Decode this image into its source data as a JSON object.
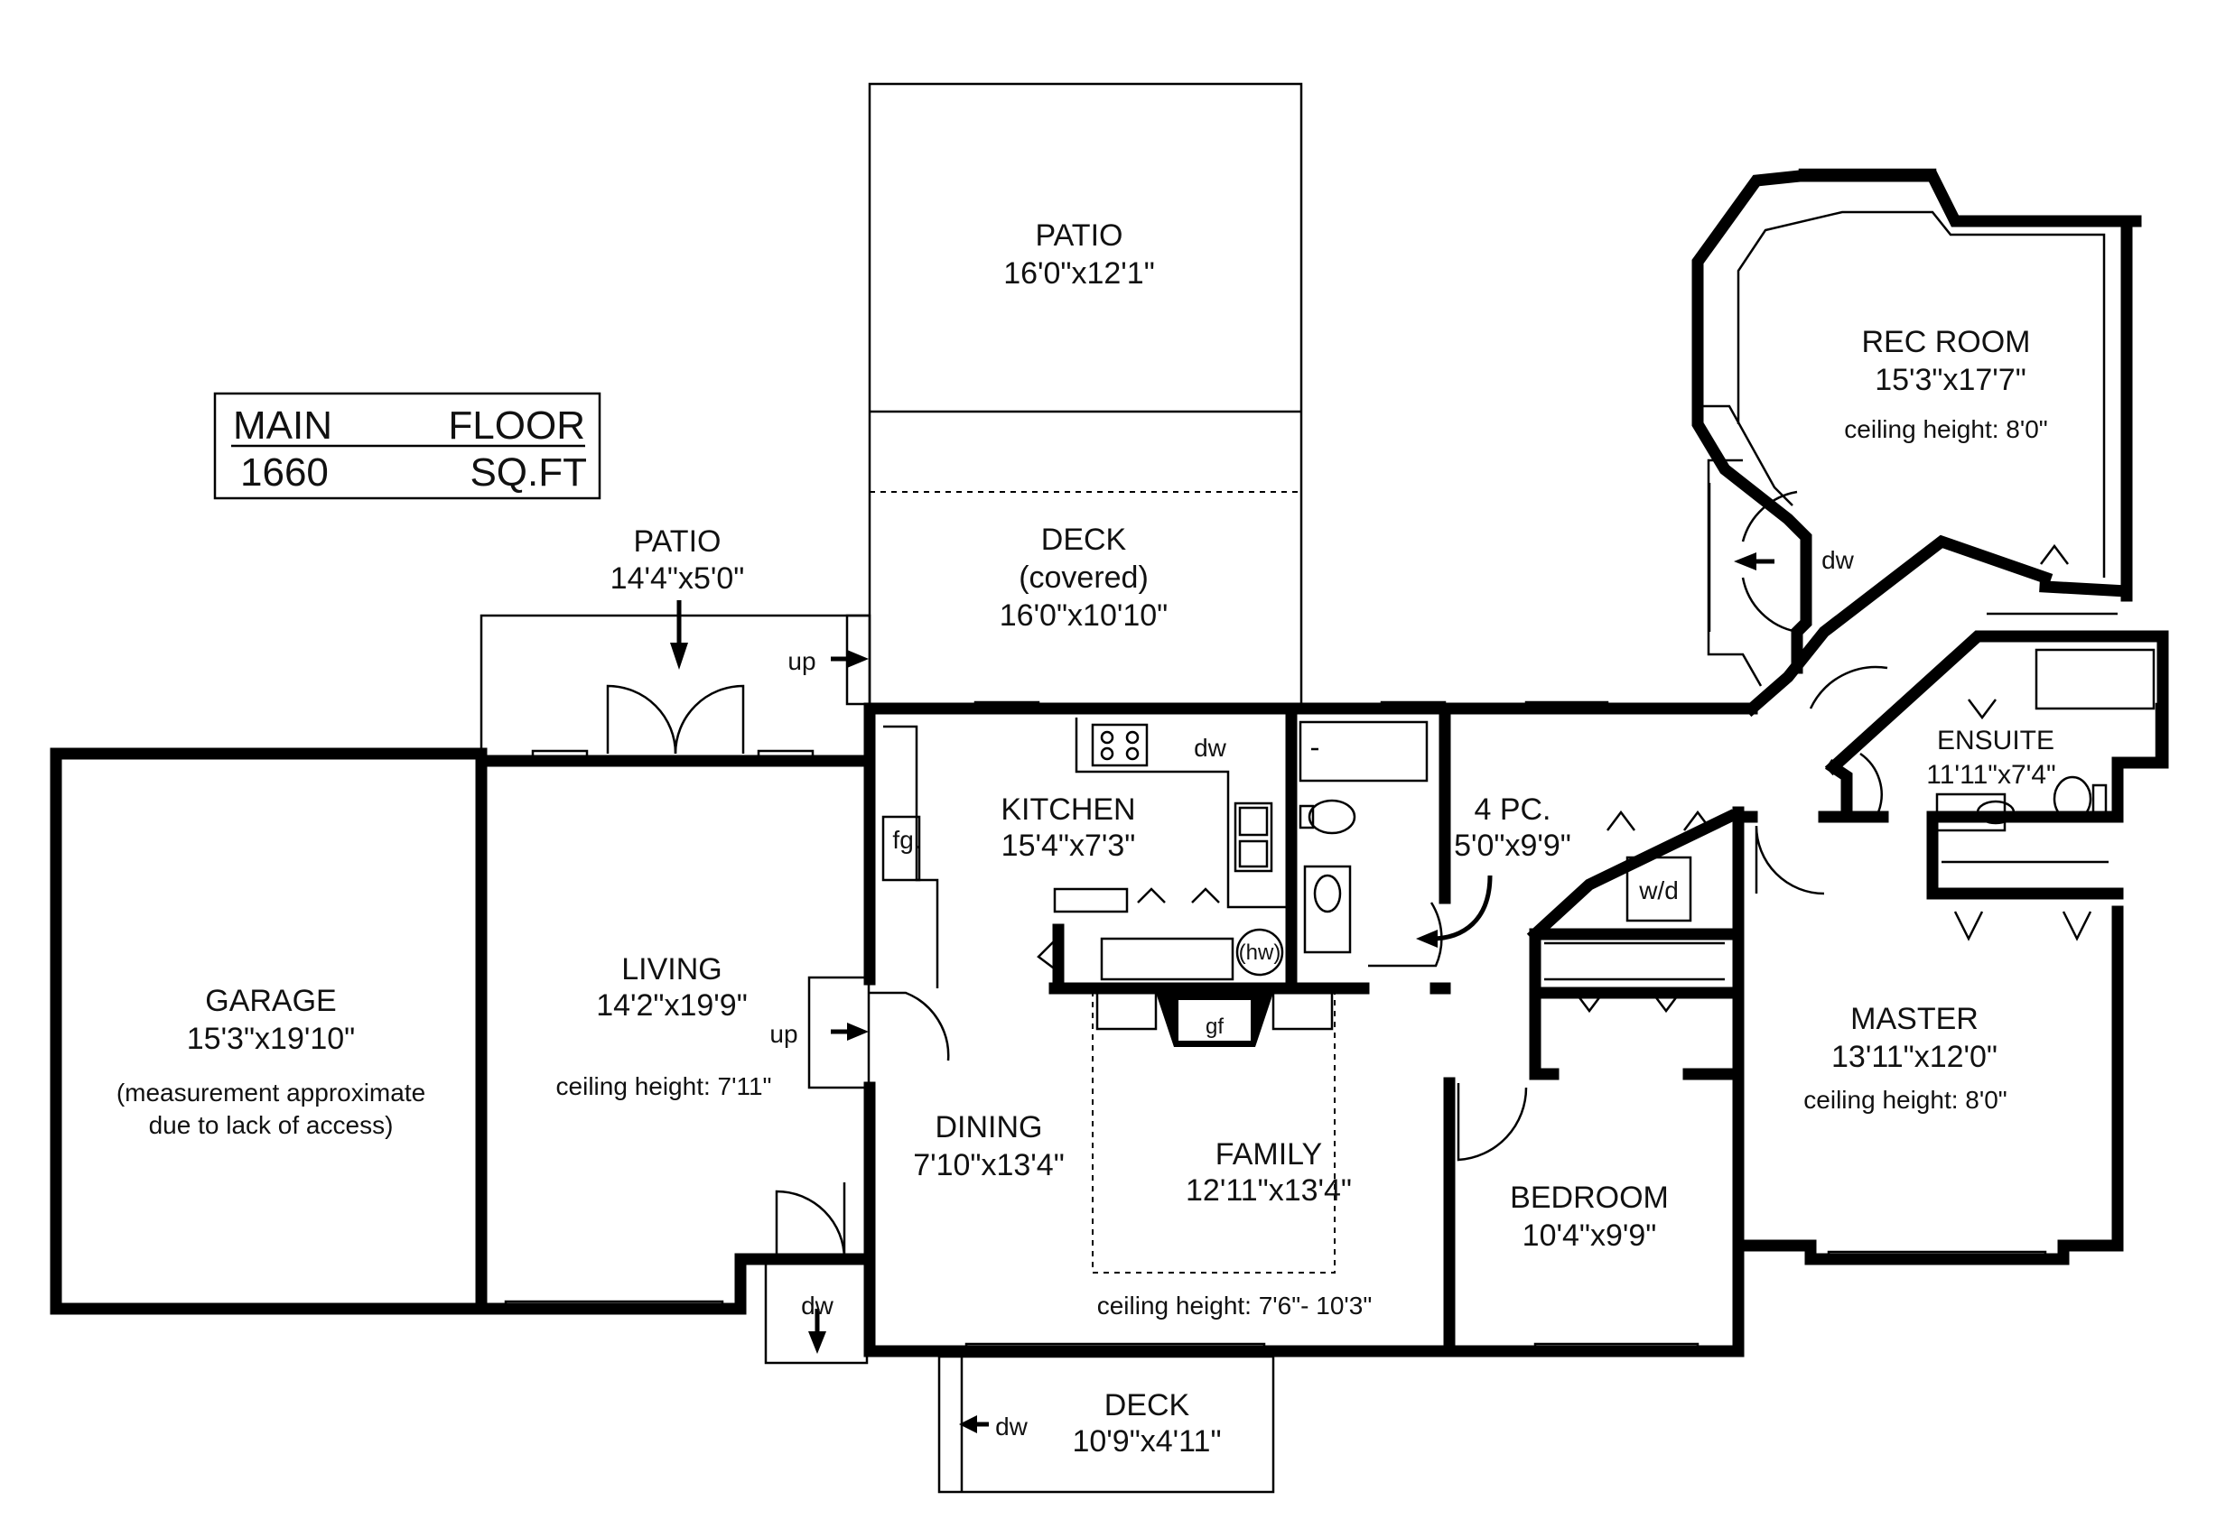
{
  "header": {
    "box_line1_left": "MAIN",
    "box_line1_right": "FLOOR",
    "box_line2_left": "1660",
    "box_line2_right": "SQ.FT"
  },
  "rooms": {
    "patio_top": {
      "name": "PATIO",
      "dim": "16'0\"x12'1\""
    },
    "deck_covered": {
      "name": "DECK",
      "note": "(covered)",
      "dim": "16'0\"x10'10\""
    },
    "patio_small": {
      "name": "PATIO",
      "dim": "14'4\"x5'0\""
    },
    "rec_room": {
      "name": "REC ROOM",
      "dim": "15'3\"x17'7\"",
      "ceiling": "ceiling height: 8'0\""
    },
    "kitchen": {
      "name": "KITCHEN",
      "dim": "15'4\"x7'3\""
    },
    "four_pc": {
      "name": "4 PC.",
      "dim": "5'0\"x9'9\""
    },
    "ensuite": {
      "name": "ENSUITE",
      "dim": "11'11\"x7'4\""
    },
    "garage": {
      "name": "GARAGE",
      "dim": "15'3\"x19'10\"",
      "note1": "(measurement approximate",
      "note2": "due to lack of access)"
    },
    "living": {
      "name": "LIVING",
      "dim": "14'2\"x19'9\"",
      "ceiling": "ceiling height: 7'11\""
    },
    "dining": {
      "name": "DINING",
      "dim": "7'10\"x13'4\""
    },
    "family": {
      "name": "FAMILY",
      "dim": "12'11\"x13'4\"",
      "ceiling": "ceiling height: 7'6\"- 10'3\""
    },
    "bedroom": {
      "name": "BEDROOM",
      "dim": "10'4\"x9'9\""
    },
    "master": {
      "name": "MASTER",
      "dim": "13'11\"x12'0\"",
      "ceiling": "ceiling height: 8'0\""
    },
    "deck_bottom": {
      "name": "DECK",
      "dim": "10'9\"x4'11\""
    }
  },
  "fixtures": {
    "up_top": "up",
    "up_living": "up",
    "dw_kitchen": "dw",
    "dw_rec": "dw",
    "dw_entry": "dw",
    "dw_deck": "dw",
    "fg": "fg.",
    "hw": "(hw)",
    "gf": "gf",
    "wd": "w/d"
  }
}
